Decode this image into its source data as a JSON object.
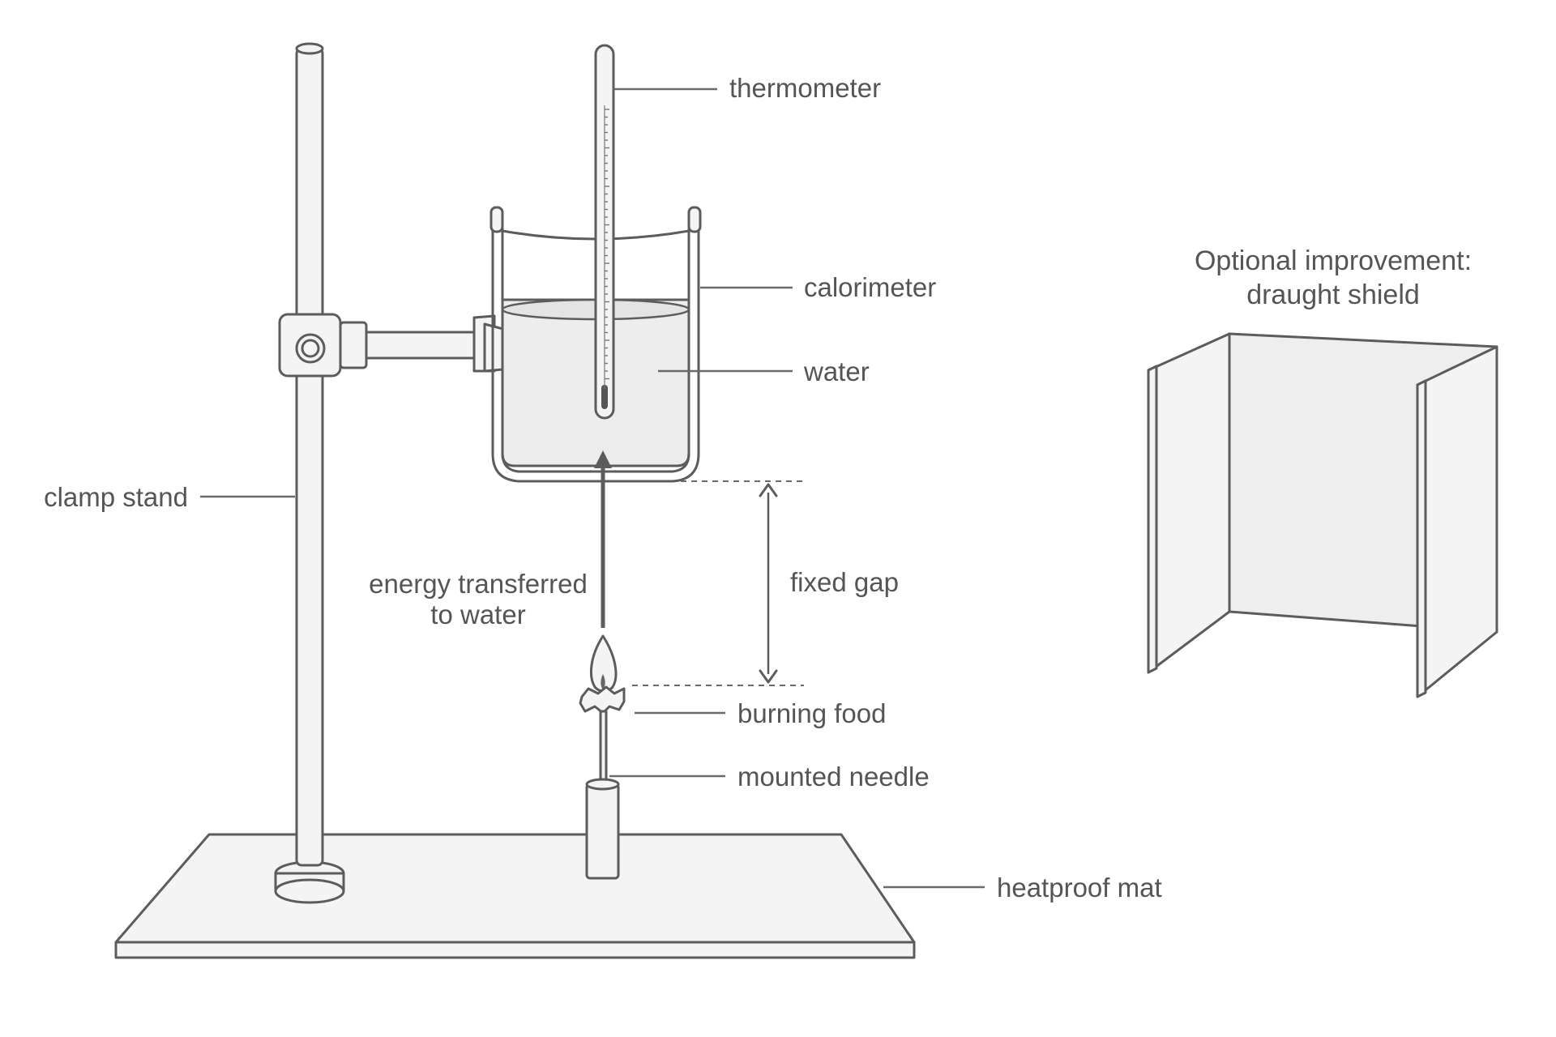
{
  "labels": {
    "thermometer": "thermometer",
    "calorimeter": "calorimeter",
    "water": "water",
    "clamp_stand": "clamp stand",
    "energy_line1": "energy transferred",
    "energy_line2": "to water",
    "fixed_gap": "fixed gap",
    "burning_food": "burning food",
    "mounted_needle": "mounted needle",
    "heatproof_mat": "heatproof mat"
  },
  "inset": {
    "title_line1": "Optional improvement:",
    "title_line2": "draught shield"
  }
}
